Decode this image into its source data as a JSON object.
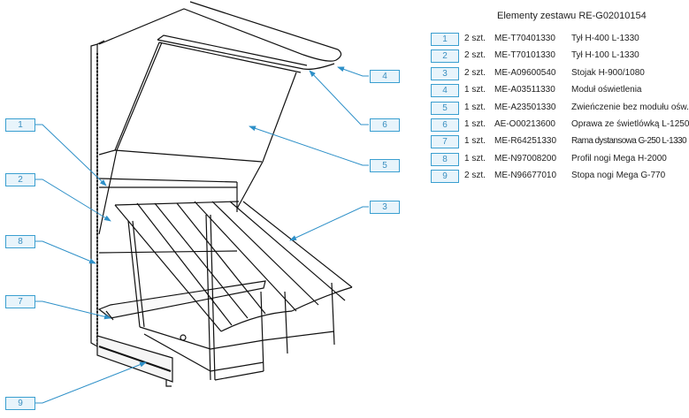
{
  "title": "Elementy zestawu RE-G02010154",
  "accent_color": "#3a9fd0",
  "parts": [
    {
      "num": "1",
      "qty": "2 szt.",
      "code": "ME-T70401330",
      "desc": "Tył H-400 L-1330"
    },
    {
      "num": "2",
      "qty": "2 szt.",
      "code": "ME-T70101330",
      "desc": "Tył H-100 L-1330"
    },
    {
      "num": "3",
      "qty": "2 szt.",
      "code": "ME-A09600540",
      "desc": "Stojak H-900/1080"
    },
    {
      "num": "4",
      "qty": "1 szt.",
      "code": "ME-A03511330",
      "desc": "Moduł oświetlenia"
    },
    {
      "num": "5",
      "qty": "1 szt.",
      "code": "ME-A23501330",
      "desc": "Zwieńczenie bez modułu ośw."
    },
    {
      "num": "6",
      "qty": "1 szt.",
      "code": "AE-O00213600",
      "desc": "Oprawa ze świetlówką L-1250"
    },
    {
      "num": "7",
      "qty": "1 szt.",
      "code": "ME-R64251330",
      "desc": "Rama dystansowa G-250 L-1330"
    },
    {
      "num": "8",
      "qty": "1 szt.",
      "code": "ME-N97008200",
      "desc": "Profil nogi Mega H-2000"
    },
    {
      "num": "9",
      "qty": "2 szt.",
      "code": "ME-N96677010",
      "desc": "Stopa nogi Mega G-770"
    }
  ],
  "callouts": [
    {
      "label": "1"
    },
    {
      "label": "2"
    },
    {
      "label": "3"
    },
    {
      "label": "4"
    },
    {
      "label": "5"
    },
    {
      "label": "6"
    },
    {
      "label": "7"
    },
    {
      "label": "8"
    },
    {
      "label": "9"
    }
  ]
}
